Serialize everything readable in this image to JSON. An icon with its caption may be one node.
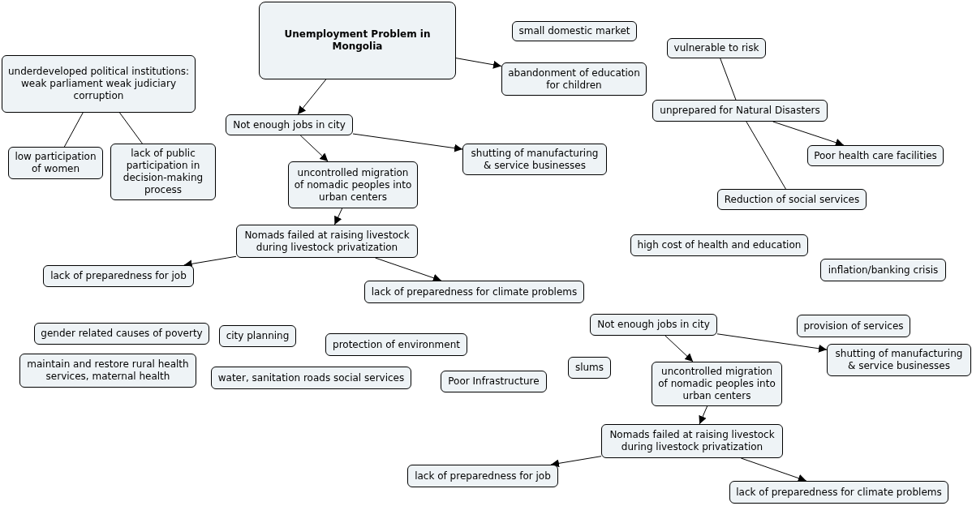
{
  "diagram": {
    "nodes": [
      {
        "text": [
          "Unemployment Problem in Mongolia"
        ]
      },
      {
        "text": [
          "small domestic market"
        ]
      },
      {
        "text": [
          "underdeveloped political institutions: weak parliament weak judiciary corruption"
        ]
      },
      {
        "text": [
          "abandonment of education for children"
        ]
      },
      {
        "text": [
          "vulnerable to risk"
        ]
      },
      {
        "text": [
          "unprepared for Natural Disasters"
        ]
      },
      {
        "text": [
          "Not enough jobs in city"
        ]
      },
      {
        "text": [
          "low participation of women"
        ]
      },
      {
        "text": [
          "lack of public participation in decision-making process"
        ]
      },
      {
        "text": [
          "shutting of manufacturing & service businesses"
        ]
      },
      {
        "text": [
          "Poor health care facilities"
        ]
      },
      {
        "text": [
          "uncontrolled migration of nomadic peoples into urban centers"
        ]
      },
      {
        "text": [
          "Reduction of social services"
        ]
      },
      {
        "text": [
          "Nomads failed at raising livestock during livestock privatization"
        ]
      },
      {
        "text": [
          "high cost of health and education"
        ]
      },
      {
        "text": [
          "lack of preparedness for job"
        ]
      },
      {
        "text": [
          "inflation/banking crisis"
        ]
      },
      {
        "text": [
          "lack of preparedness for climate problems"
        ]
      },
      {
        "text": [
          "gender related causes of poverty"
        ]
      },
      {
        "text": [
          "city planning"
        ]
      },
      {
        "text": [
          "provision of services"
        ]
      },
      {
        "text": [
          "Not enough jobs in city"
        ]
      },
      {
        "text": [
          "protection of environment"
        ]
      },
      {
        "text": [
          "shutting of manufacturing & service businesses"
        ]
      },
      {
        "text": [
          "maintain and restore rural health services, maternal health"
        ]
      },
      {
        "text": [
          "slums"
        ]
      },
      {
        "text": [
          "water, sanitation roads social services"
        ]
      },
      {
        "text": [
          "uncontrolled migration of nomadic peoples into urban centers"
        ]
      },
      {
        "text": [
          "Poor Infrastructure"
        ]
      },
      {
        "text": [
          "Nomads failed at raising livestock during livestock privatization"
        ]
      },
      {
        "text": [
          "lack of preparedness for job"
        ]
      },
      {
        "text": [
          "lack of preparedness for climate problems"
        ]
      }
    ],
    "edges": [
      {
        "from": 0,
        "to": 6,
        "arrow": "to"
      },
      {
        "from": 0,
        "to": 3,
        "arrow": "to"
      },
      {
        "from": 2,
        "to": 7,
        "arrow": "none"
      },
      {
        "from": 2,
        "to": 8,
        "arrow": "none"
      },
      {
        "from": 4,
        "to": 5,
        "arrow": "none"
      },
      {
        "from": 5,
        "to": 10,
        "arrow": "to"
      },
      {
        "from": 5,
        "to": 12,
        "arrow": "none"
      },
      {
        "from": 6,
        "to": 11,
        "arrow": "to"
      },
      {
        "from": 6,
        "to": 9,
        "arrow": "to"
      },
      {
        "from": 11,
        "to": 13,
        "arrow": "to"
      },
      {
        "from": 13,
        "to": 15,
        "arrow": "to"
      },
      {
        "from": 13,
        "to": 17,
        "arrow": "to"
      },
      {
        "from": 21,
        "to": 27,
        "arrow": "to"
      },
      {
        "from": 21,
        "to": 23,
        "arrow": "to"
      },
      {
        "from": 27,
        "to": 29,
        "arrow": "to"
      },
      {
        "from": 29,
        "to": 30,
        "arrow": "to"
      },
      {
        "from": 29,
        "to": 31,
        "arrow": "to"
      }
    ]
  }
}
